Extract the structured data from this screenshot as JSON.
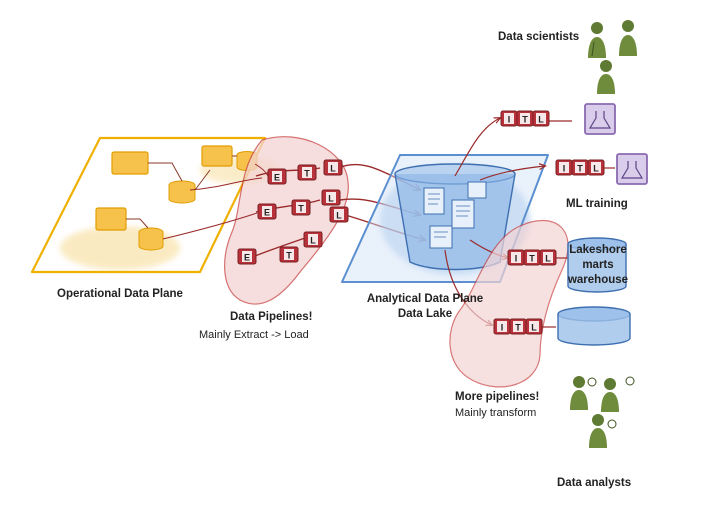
{
  "colors": {
    "operational": "#f0b000",
    "operational_fill": "#f6c24b",
    "pipeline": "#c84040",
    "pipeline_fill": "#f3d4d4",
    "box": "#b7323a",
    "lake": "#5b8fd0",
    "lake_fill": "#9dc1ea",
    "ml": "#8a6bb0",
    "person": "#5f7a32",
    "text": "#222222"
  },
  "labels": {
    "operational_plane": "Operational Data Plane",
    "data_pipelines": "Data Pipelines!",
    "data_pipelines_sub": "Mainly Extract -> Load",
    "analytical_plane": "Analytical Data Plane",
    "data_lake": "Data Lake",
    "data_scientists": "Data scientists",
    "ml_training": "ML training",
    "lakeshore_marts": "Lakeshore marts",
    "warehouse": "warehouse",
    "more_pipelines": "More pipelines!",
    "more_pipelines_sub": "Mainly transform",
    "data_analysts": "Data analysts"
  },
  "etl_letters": {
    "extract": "E",
    "transform": "T",
    "load": "L",
    "itl": [
      "I",
      "T",
      "L"
    ]
  },
  "icons": {
    "people": "person-icon",
    "ml": "flask-icon",
    "storage": "database-icon",
    "pipeline_box": "etl-box-icon"
  }
}
